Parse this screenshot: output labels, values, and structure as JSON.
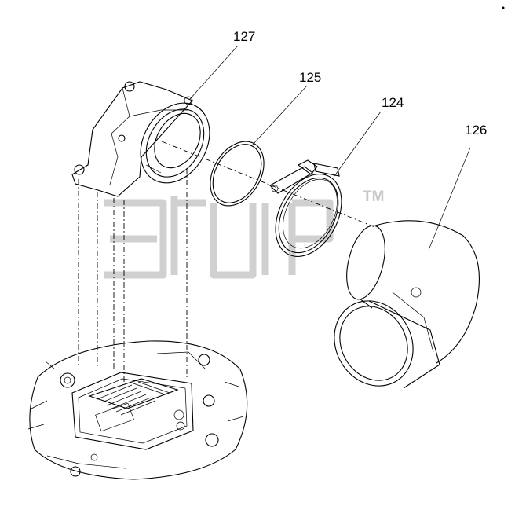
{
  "callouts": {
    "part_127": "127",
    "part_125": "125",
    "part_124": "124",
    "part_126": "126"
  },
  "watermark": {
    "trademark": "TM"
  },
  "colors": {
    "line": "#000000",
    "watermark": "#d0d0d0",
    "background": "#ffffff"
  }
}
